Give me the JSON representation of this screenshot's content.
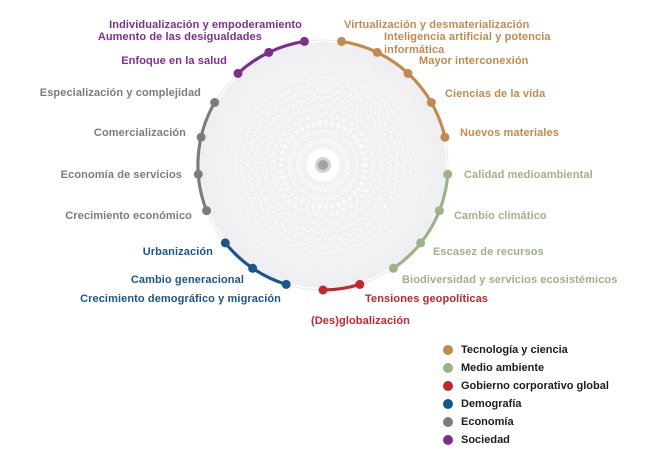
{
  "diagram": {
    "categories": [
      {
        "id": "tecnologia",
        "label": "Tecnología y ciencia",
        "color": "#C18A50"
      },
      {
        "id": "medio_ambiente",
        "label": "Medio ambiente",
        "color": "#9EB287"
      },
      {
        "id": "gobierno",
        "label": "Gobierno corporativo global",
        "color": "#C1272D"
      },
      {
        "id": "demografia",
        "label": "Demografía",
        "color": "#1A568C"
      },
      {
        "id": "economia",
        "label": "Economía",
        "color": "#7C7C7C"
      },
      {
        "id": "sociedad",
        "label": "Sociedad",
        "color": "#7D2F8E"
      }
    ],
    "nodes": [
      {
        "label": "Virtualización y desmaterialización",
        "category": "tecnologia"
      },
      {
        "label": "Inteligencia artificial y potencia informática",
        "category": "tecnologia"
      },
      {
        "label": "Mayor interconexión",
        "category": "tecnologia"
      },
      {
        "label": "Ciencias de la vida",
        "category": "tecnologia"
      },
      {
        "label": "Nuevos materiales",
        "category": "tecnologia"
      },
      {
        "label": "Calidad medioambiental",
        "category": "medio_ambiente"
      },
      {
        "label": "Cambio climático",
        "category": "medio_ambiente"
      },
      {
        "label": "Escasez de recursos",
        "category": "medio_ambiente"
      },
      {
        "label": "Biodiversidad y servicios ecosistémicos",
        "category": "medio_ambiente"
      },
      {
        "label": "Tensiones geopolíticas",
        "category": "gobierno"
      },
      {
        "label": "(Des)globalización",
        "category": "gobierno"
      },
      {
        "label": "Crecimiento demográfico y migración",
        "category": "demografia"
      },
      {
        "label": "Cambio generacional",
        "category": "demografia"
      },
      {
        "label": "Urbanización",
        "category": "demografia"
      },
      {
        "label": "Crecimiento económico",
        "category": "economia"
      },
      {
        "label": "Economía de servicios",
        "category": "economia"
      },
      {
        "label": "Comercialización",
        "category": "economia"
      },
      {
        "label": "Especialización y complejidad",
        "category": "economia"
      },
      {
        "label": "Enfoque en la salud",
        "category": "sociedad"
      },
      {
        "label": "Aumento de las desigualdades",
        "category": "sociedad"
      },
      {
        "label": "Individualización y empoderamiento",
        "category": "sociedad"
      }
    ],
    "mesh_color": "#d9dae1",
    "center_hub_color": "#a3a3a3"
  }
}
